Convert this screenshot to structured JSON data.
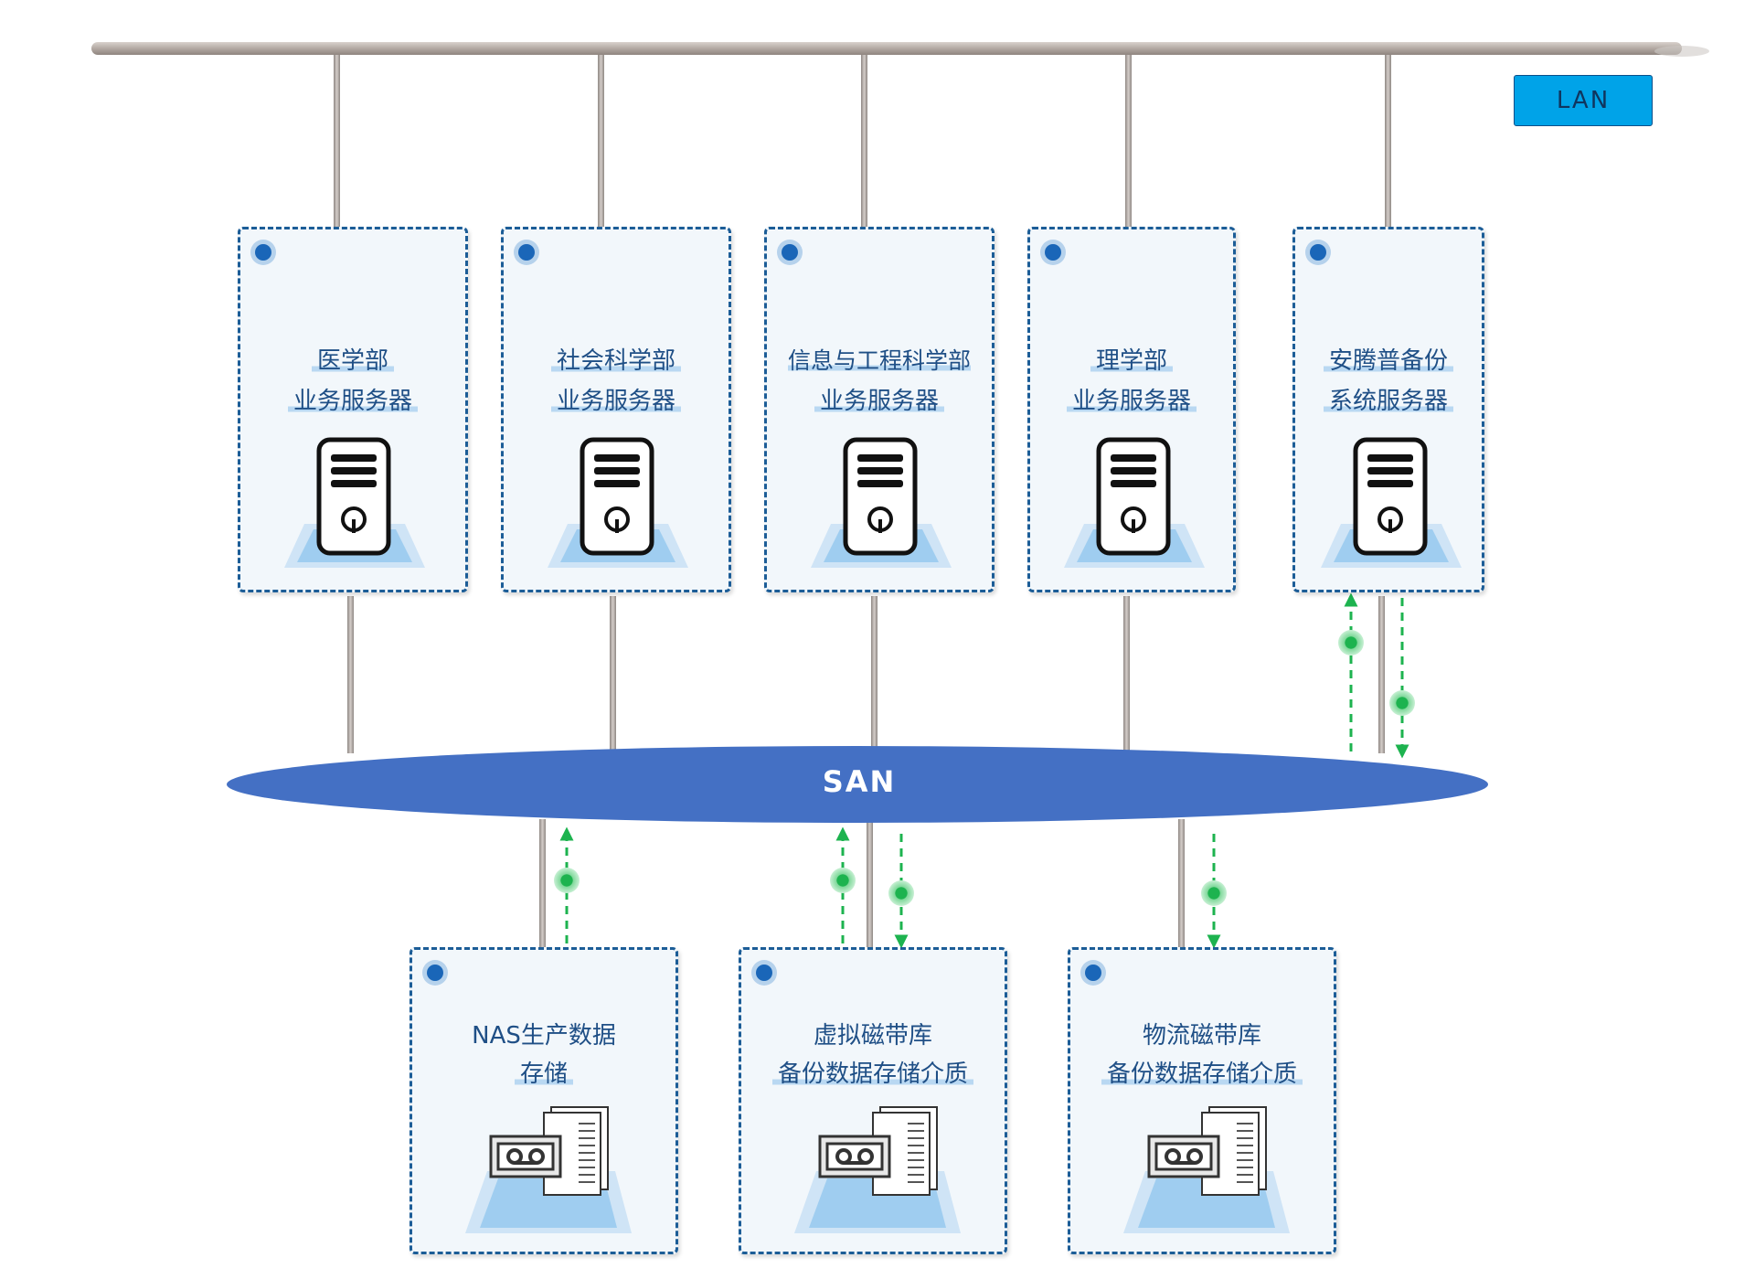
{
  "lan_label": "LAN",
  "san_label": "SAN",
  "colors": {
    "lan_bar": "#b7aca6",
    "cable": "#b1a9a5",
    "san": "#4470c4",
    "lan_badge": "#00a3e8",
    "node_border": "#1c5d97",
    "arrow": "#1db34f"
  },
  "servers": [
    {
      "line1": "医学部",
      "line2": "业务服务器",
      "icon": "server-tower-icon"
    },
    {
      "line1": "社会科学部",
      "line2": "业务服务器",
      "icon": "server-tower-icon"
    },
    {
      "line1": "信息与工程科学部",
      "line2": "业务服务器",
      "icon": "server-tower-icon"
    },
    {
      "line1": "理学部",
      "line2": "业务服务器",
      "icon": "server-tower-icon"
    },
    {
      "line1": "安腾普备份",
      "line2": "系统服务器",
      "icon": "server-tower-icon"
    }
  ],
  "storage": [
    {
      "line1": "NAS生产数据",
      "line2": "存储",
      "icon": "tape-library-icon"
    },
    {
      "line1": "虚拟磁带库",
      "line2": "备份数据存储介质",
      "icon": "tape-library-icon"
    },
    {
      "line1": "物流磁带库",
      "line2": "备份数据存储介质",
      "icon": "tape-library-icon"
    }
  ]
}
